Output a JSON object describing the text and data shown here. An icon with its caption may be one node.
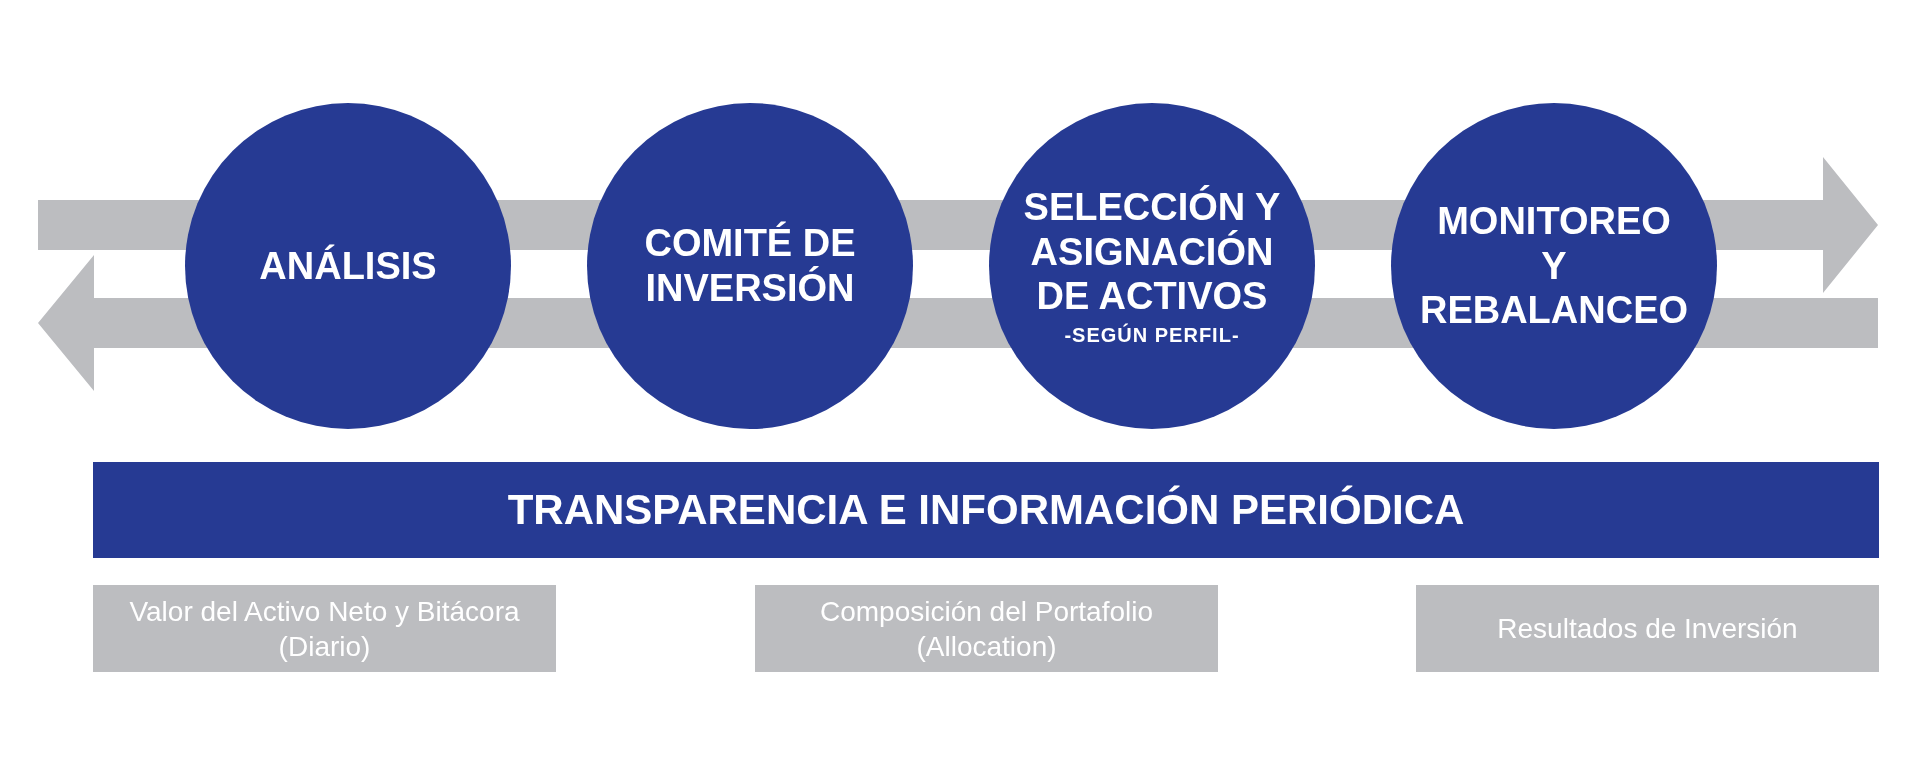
{
  "diagram": {
    "nodes": [
      {
        "text": [
          "ANÁLISIS"
        ]
      },
      {
        "text": [
          "COMITÉ DE INVERSIÓN"
        ]
      },
      {
        "text": [
          "SELECCIÓN Y ASIGNACIÓN DE ACTIVOS",
          "-SEGÚN PERFIL-"
        ]
      },
      {
        "text": [
          "MONITOREO Y REBALANCEO"
        ]
      },
      {
        "text": [
          "TRANSPARENCIA E INFORMACIÓN PERIÓDICA"
        ]
      },
      {
        "text": [
          "Valor del Activo Neto y Bitácora (Diario)"
        ]
      },
      {
        "text": [
          "Composición del Portafolio (Allocation)"
        ]
      },
      {
        "text": [
          "Resultados de Inversión"
        ]
      }
    ]
  }
}
